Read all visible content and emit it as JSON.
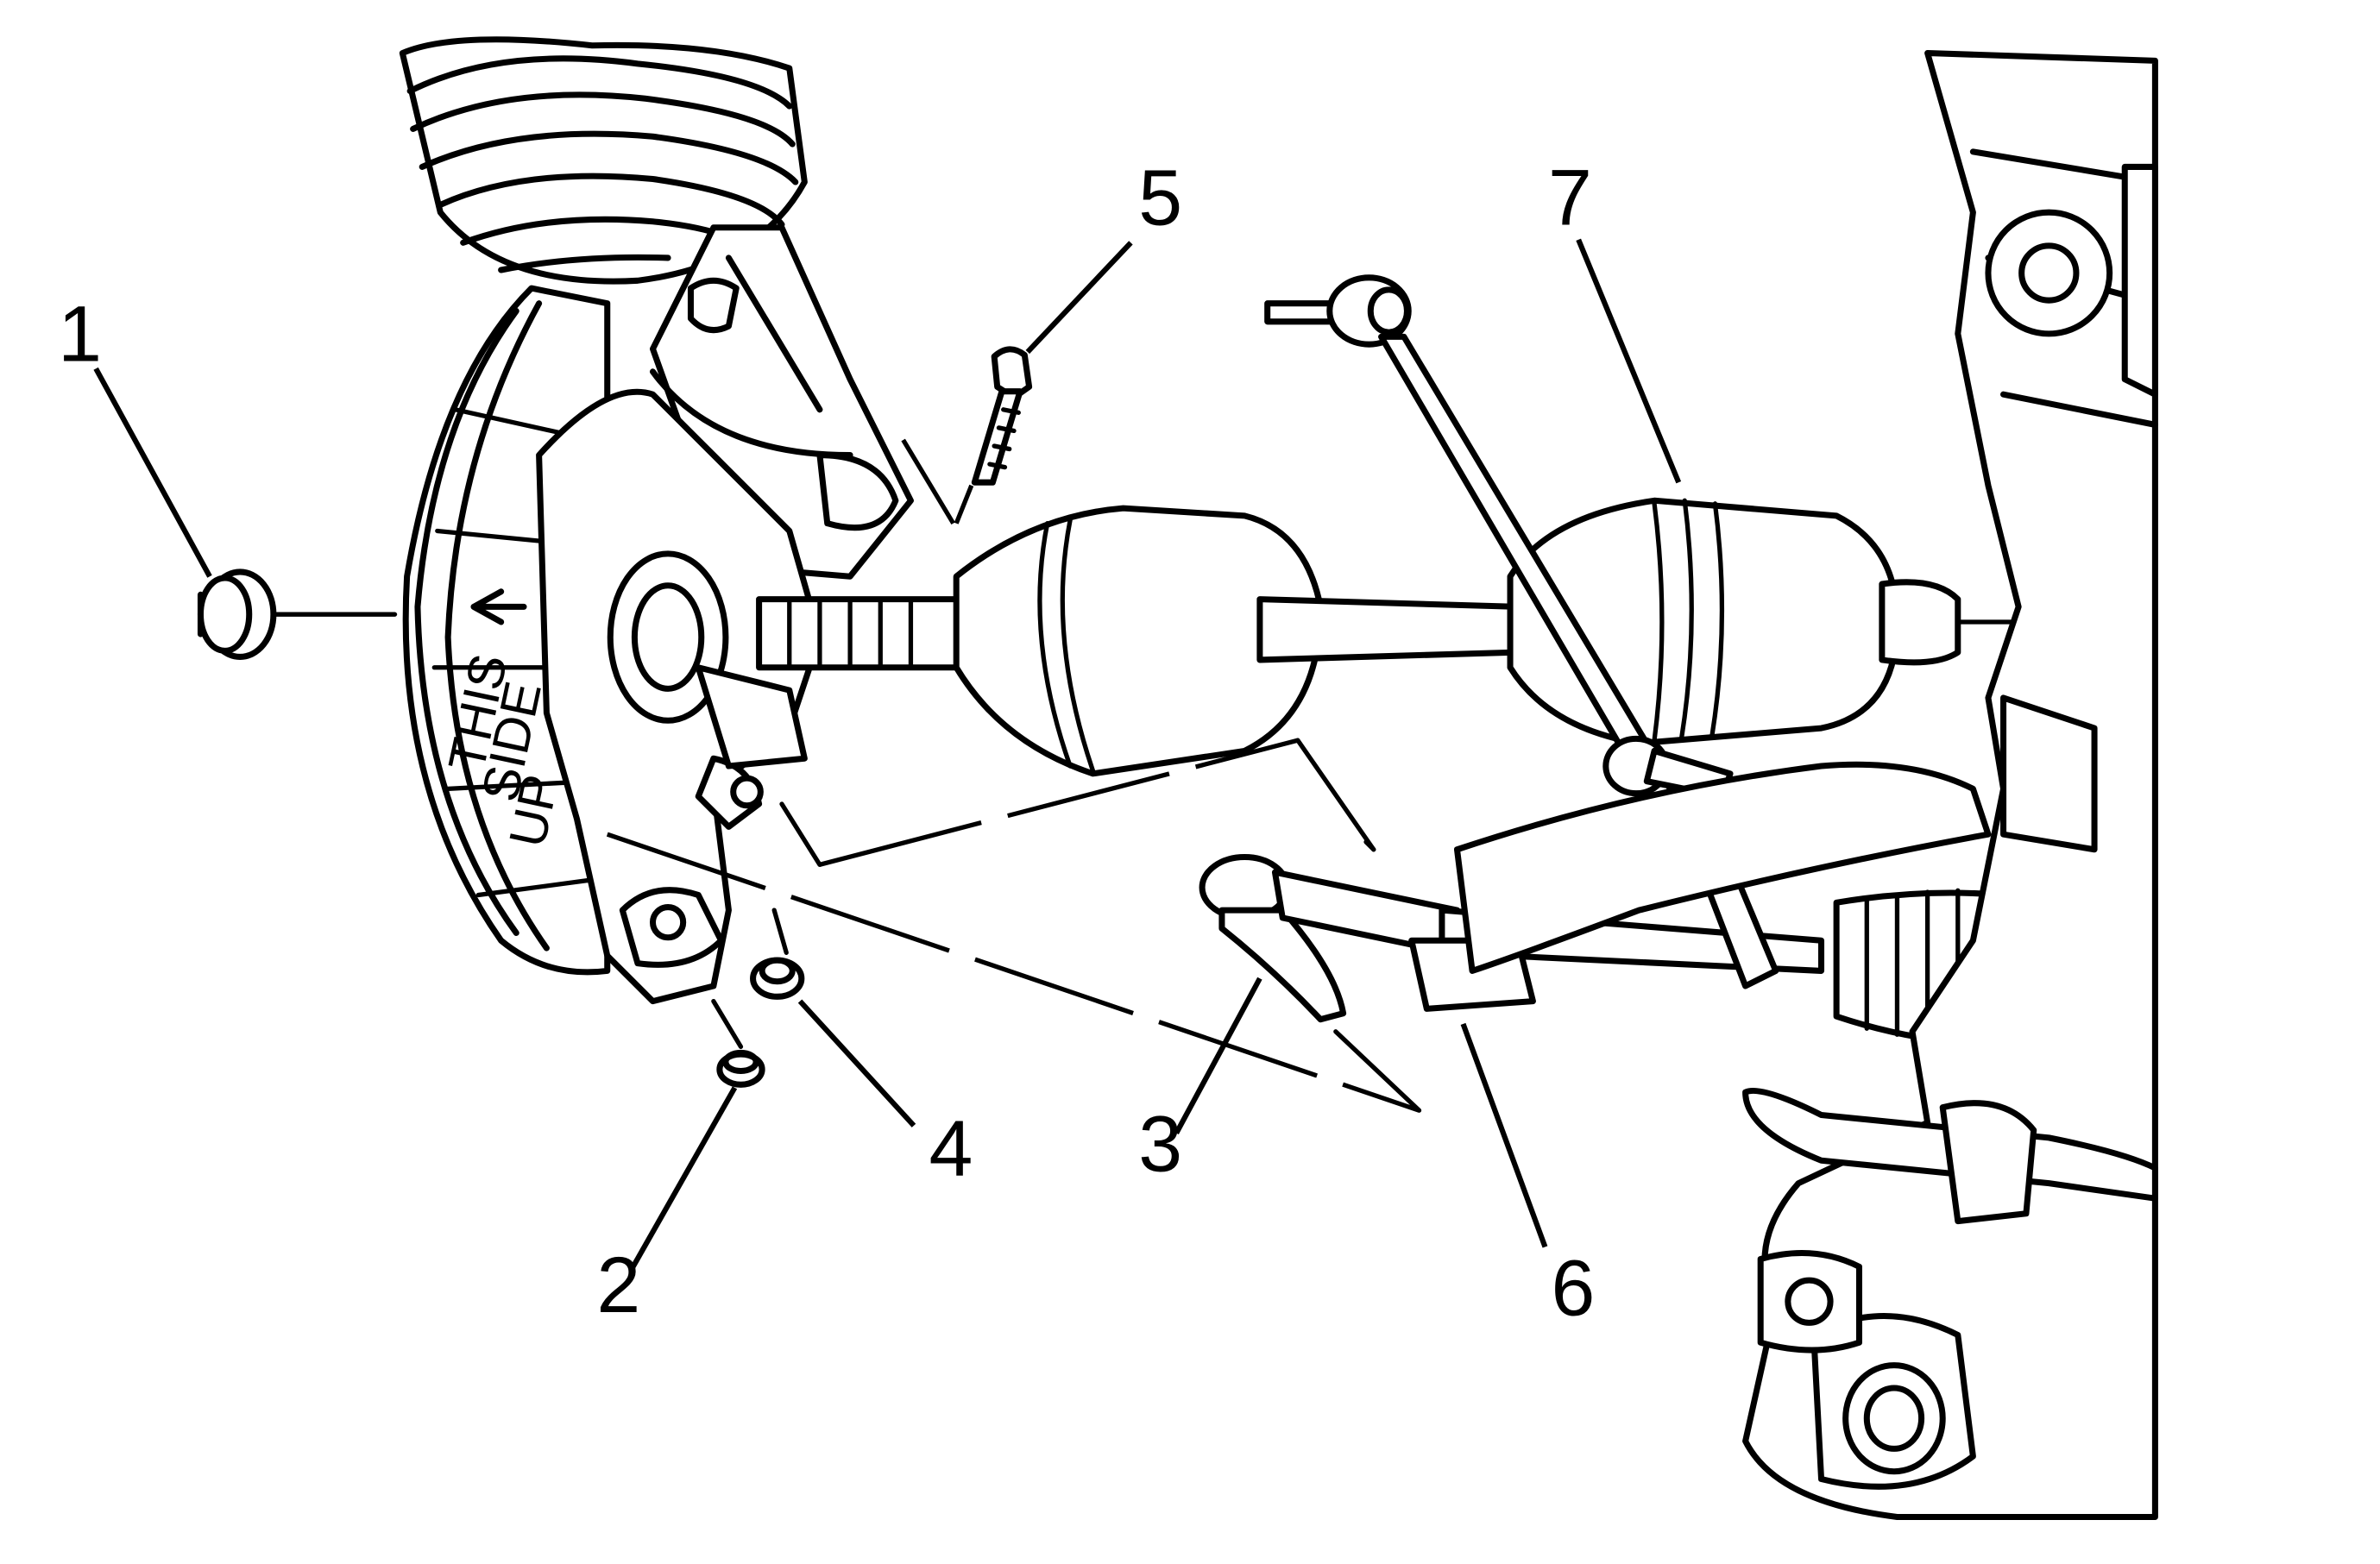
{
  "callouts": [
    {
      "id": "1",
      "text": "1"
    },
    {
      "id": "2",
      "text": "2"
    },
    {
      "id": "3",
      "text": "3"
    },
    {
      "id": "4",
      "text": "4"
    },
    {
      "id": "5",
      "text": "5"
    },
    {
      "id": "6",
      "text": "6"
    },
    {
      "id": "7",
      "text": "7"
    }
  ],
  "rotor_marking": {
    "line1": "THIS",
    "line2": "SIDE",
    "line3": "UP"
  }
}
